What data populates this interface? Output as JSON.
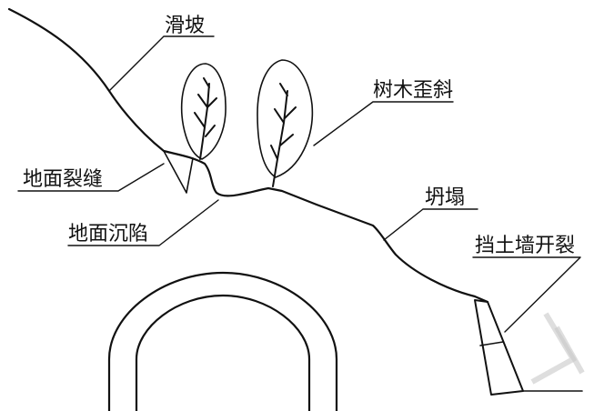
{
  "labels": {
    "landslide": "滑坡",
    "tree_tilt": "树木歪斜",
    "ground_crack": "地面裂缝",
    "ground_subsidence": "地面沉陷",
    "collapse": "坍塌",
    "retaining_wall_crack": "挡土墙开裂"
  }
}
